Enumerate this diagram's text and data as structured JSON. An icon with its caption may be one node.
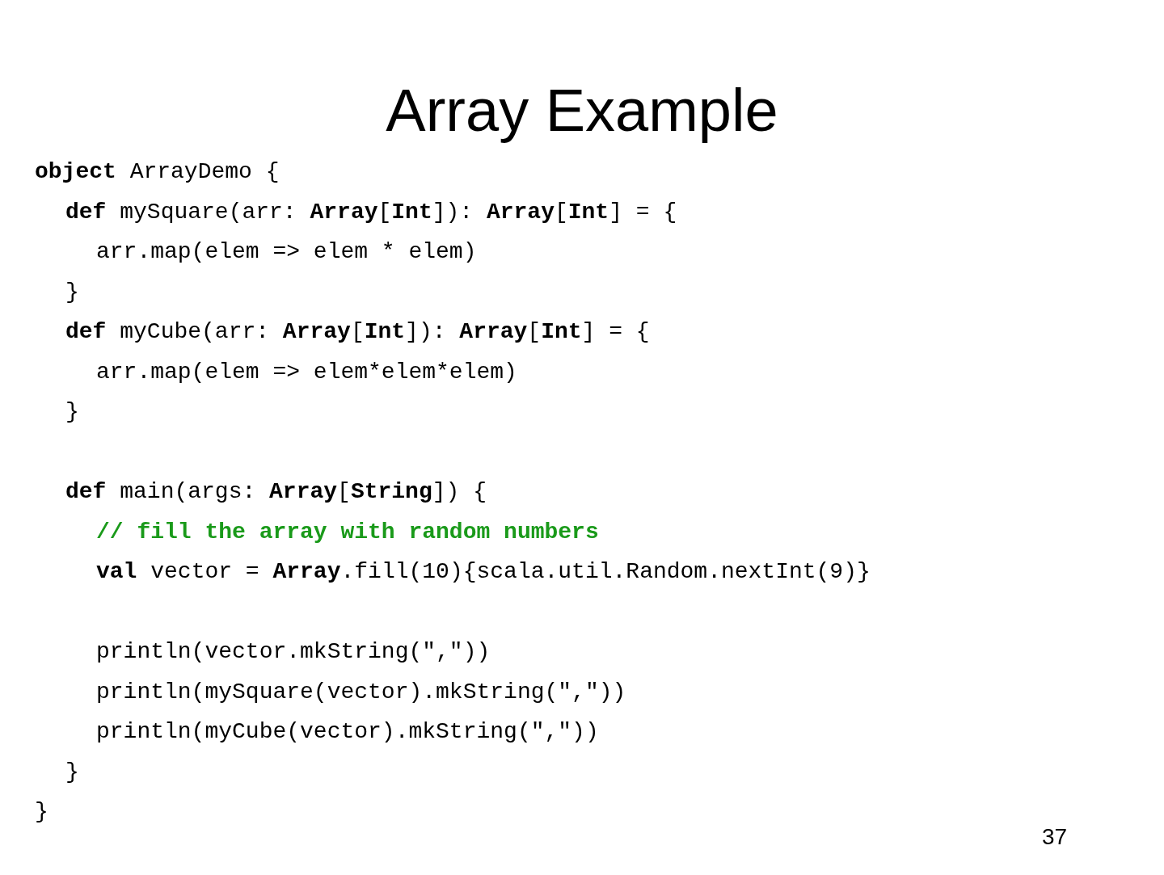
{
  "diagram": {
    "title": "Array Example",
    "labels": [
      "**object** ArrayDemo {",
      "**def** mySquare(arr: **Array**[**Int**]): **Array**[**Int**] = {",
      "arr.map(elem => elem * elem)",
      "}",
      "**def** myCube(arr: **Array**[**Int**]): **Array**[**Int**] = {",
      "arr.map(elem => elem*elem*elem)",
      "}",
      "**def** main(args: **Array**[**String**]) {",
      "// fill the array with random numbers",
      "**val** vector = **Array**.fill(10){scala.util.Random.nextInt(9)}",
      "println(vector.mkString(\",\"))",
      "println(mySquare(vector).mkString(\",\"))",
      "println(myCube(vector).mkString(\",\"))",
      "}",
      "}",
      "37"
    ]
  }
}
